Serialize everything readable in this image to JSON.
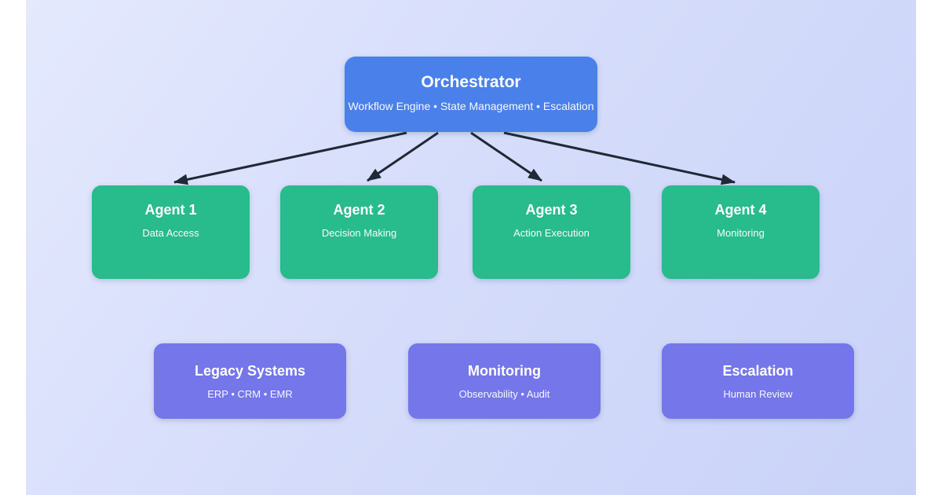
{
  "diagram": {
    "orchestrator": {
      "title": "Orchestrator",
      "subtitle": "Workflow Engine • State Management • Escalation"
    },
    "agents": [
      {
        "title": "Agent 1",
        "subtitle": "Data Access"
      },
      {
        "title": "Agent 2",
        "subtitle": "Decision Making"
      },
      {
        "title": "Agent 3",
        "subtitle": "Action Execution"
      },
      {
        "title": "Agent 4",
        "subtitle": "Monitoring"
      }
    ],
    "support_systems": [
      {
        "title": "Legacy Systems",
        "subtitle": "ERP • CRM • EMR"
      },
      {
        "title": "Monitoring",
        "subtitle": "Observability • Audit"
      },
      {
        "title": "Escalation",
        "subtitle": "Human Review"
      }
    ]
  },
  "colors": {
    "orchestrator_fill": "#4a80ea",
    "agent_fill": "#28bb8c",
    "support_fill": "#7476ea",
    "arrow": "#1f2937",
    "canvas_gradient_start": "#e4e9fd",
    "canvas_gradient_end": "#c9d3f8",
    "page_background": "#ffffff",
    "text": "#ffffff"
  }
}
